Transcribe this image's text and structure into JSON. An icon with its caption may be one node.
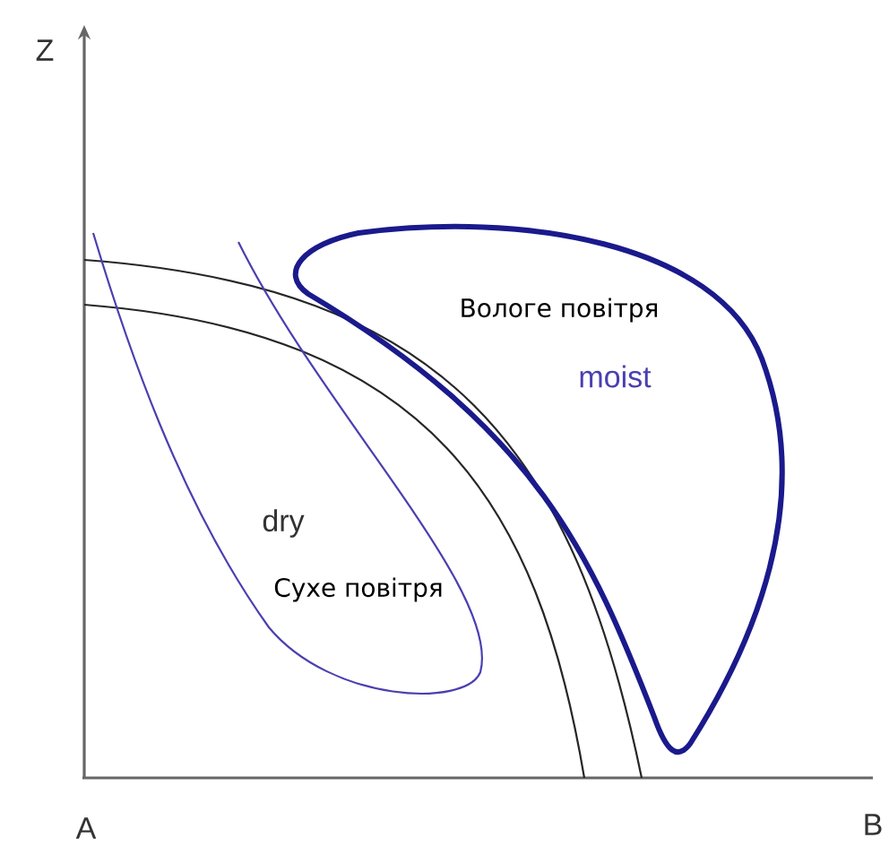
{
  "diagram": {
    "nodes": [
      {
        "text": [
          "Вологе повітря",
          "moist"
        ]
      },
      {
        "text": [
          "dry",
          "Сухе повітря"
        ]
      }
    ],
    "labels": [
      "Z",
      "A",
      "B"
    ]
  }
}
